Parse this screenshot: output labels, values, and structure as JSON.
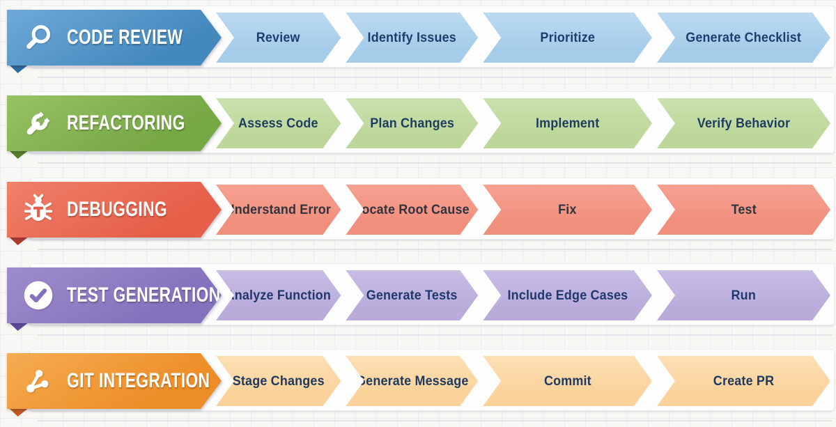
{
  "page": {
    "background": "#f8f7f4",
    "board": "#fdfdfe",
    "divider": "#e4e3e8"
  },
  "rows": [
    {
      "title": "CODE REVIEW",
      "icon": "search-icon",
      "colors": {
        "header_light": "#6FA9D9",
        "header": "#4489BE",
        "fold": "#2E6A9B",
        "step_light": "#BCDAF0",
        "step_bg": "#A5CCE9",
        "step_text": "#1C3E6E"
      },
      "steps": [
        "Review",
        "Identify Issues",
        "Prioritize",
        "Generate Checklist"
      ]
    },
    {
      "title": "REFACTORING",
      "icon": "wrench-icon",
      "colors": {
        "header_light": "#98C266",
        "header": "#76A844",
        "fold": "#587F2D",
        "step_light": "#CBE1AE",
        "step_bg": "#BCD799",
        "step_text": "#1E3C5F"
      },
      "steps": [
        "Assess Code",
        "Plan Changes",
        "Implement",
        "Verify Behavior"
      ]
    },
    {
      "title": "DEBUGGING",
      "icon": "bug-icon",
      "colors": {
        "header_light": "#F08169",
        "header": "#E65F49",
        "fold": "#B03B29",
        "step_light": "#F6A192",
        "step_bg": "#F18F7D",
        "step_text": "#30343F"
      },
      "steps": [
        "Understand Error",
        "Locate Root Cause",
        "Fix",
        "Test"
      ]
    },
    {
      "title": "TEST GENERATION",
      "icon": "check-circle-icon",
      "colors": {
        "header_light": "#9E8DCC",
        "header": "#8372BC",
        "fold": "#5C4B9F",
        "step_light": "#C8BDE5",
        "step_bg": "#B9ACDB",
        "step_text": "#20386B"
      },
      "steps": [
        "Analyze Function",
        "Generate Tests",
        "Include Edge Cases",
        "Run"
      ]
    },
    {
      "title": "GIT INTEGRATION",
      "icon": "git-branch-icon",
      "colors": {
        "header_light": "#F6AC52",
        "header": "#ED8D27",
        "fold": "#C05A1E",
        "step_light": "#FCE0B4",
        "step_bg": "#FAD29A",
        "step_text": "#1E3A60"
      },
      "steps": [
        "Stage Changes",
        "Generate Message",
        "Commit",
        "Create PR"
      ]
    }
  ]
}
